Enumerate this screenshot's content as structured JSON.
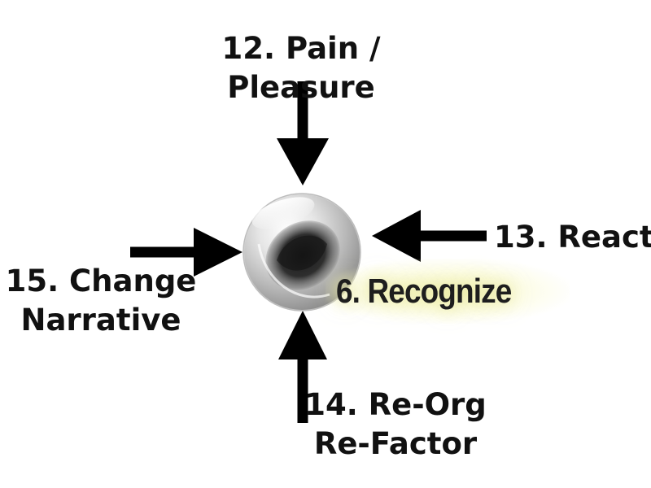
{
  "diagram": {
    "center_label": "6. Recognize",
    "inputs": {
      "top": {
        "line1": "12. Pain /",
        "line2": "Pleasure"
      },
      "right": {
        "line1": "13. React"
      },
      "left": {
        "line1": "15. Change",
        "line2": "Narrative"
      },
      "bottom": {
        "line1": "14. Re-Org",
        "line2": "Re-Factor"
      }
    }
  }
}
